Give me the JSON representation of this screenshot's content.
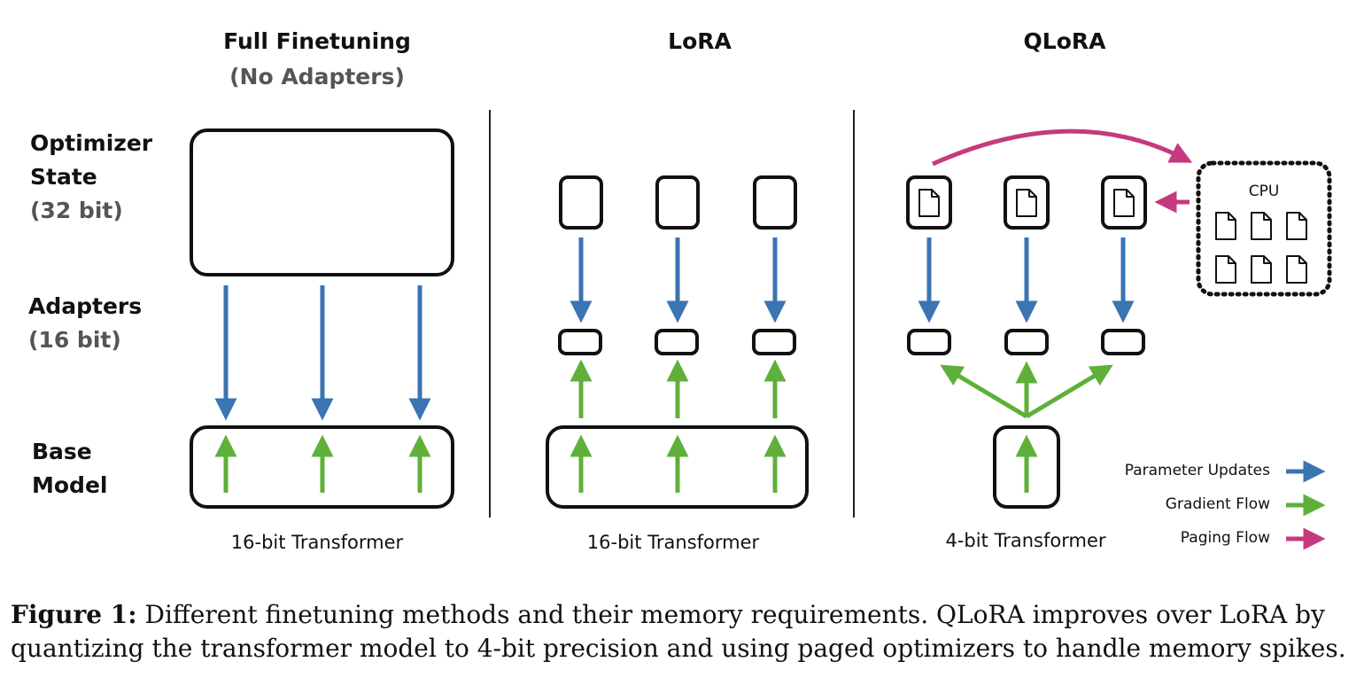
{
  "columns": [
    {
      "title": "Full Finetuning",
      "subtitle": "(No Adapters)",
      "caption": "16-bit Transformer"
    },
    {
      "title": "LoRA",
      "caption": "16-bit Transformer"
    },
    {
      "title": "QLoRA",
      "caption": "4-bit Transformer"
    }
  ],
  "row_labels": {
    "optimizer": {
      "line1": "Optimizer",
      "line2": "State",
      "sub": "(32 bit)"
    },
    "adapters": {
      "line1": "Adapters",
      "sub": "(16 bit)"
    },
    "base": {
      "line1": "Base",
      "line2": "Model"
    }
  },
  "cpu_label": "CPU",
  "legend": [
    {
      "label": "Parameter Updates",
      "color": "#3a74b3"
    },
    {
      "label": "Gradient Flow",
      "color": "#5fb03a"
    },
    {
      "label": "Paging Flow",
      "color": "#c53a7e"
    }
  ],
  "figure_caption": {
    "label": "Figure 1:",
    "line1_text": "Different finetuning methods and their memory requirements. QLoRA improves over LoRA by",
    "line2_text": "quantizing the transformer model to 4-bit precision and using paged optimizers to handle memory spikes."
  }
}
